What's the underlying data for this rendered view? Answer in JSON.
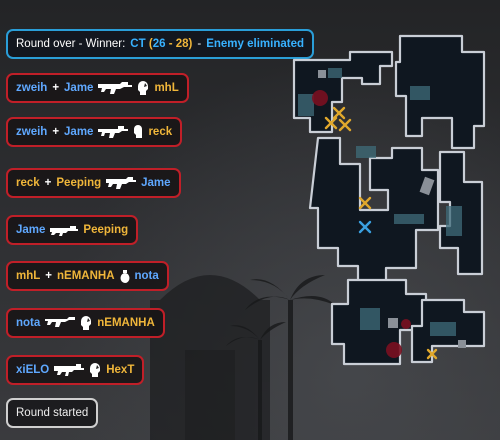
{
  "round_over": {
    "prefix": "Round over - Winner:",
    "winner": "CT",
    "open_paren": "(",
    "score_ct": "26",
    "dash": "-",
    "score_t": "28",
    "close_paren": ")",
    "sep": "-",
    "reason": "Enemy eliminated"
  },
  "kills": [
    {
      "killer": "zweih",
      "plus": "+",
      "assister": "Jame",
      "killer_team": "ct",
      "weapon": "rifle-icon",
      "headshot": true,
      "victim": "mhL",
      "victim_team": "t"
    },
    {
      "killer": "zweih",
      "plus": "+",
      "assister": "Jame",
      "killer_team": "ct",
      "weapon": "sniper-icon",
      "headshot": true,
      "victim": "reck",
      "victim_team": "t"
    },
    {
      "killer": "reck",
      "plus": "+",
      "assister": "Peeping",
      "killer_team": "t",
      "weapon": "rifle-icon",
      "headshot": false,
      "victim": "Jame",
      "victim_team": "ct"
    },
    {
      "killer": "Jame",
      "plus": "",
      "assister": "",
      "killer_team": "ct",
      "weapon": "smg-icon",
      "headshot": false,
      "victim": "Peeping",
      "victim_team": "t"
    },
    {
      "killer": "mhL",
      "plus": "+",
      "assister": "nEMANHA",
      "killer_team": "t",
      "weapon": "grenade-icon",
      "headshot": false,
      "victim": "nota",
      "victim_team": "ct"
    },
    {
      "killer": "nota",
      "plus": "",
      "assister": "",
      "killer_team": "ct",
      "weapon": "pistol-icon",
      "headshot": true,
      "victim": "nEMANHA",
      "victim_team": "t"
    },
    {
      "killer": "xiELO",
      "plus": "",
      "assister": "",
      "killer_team": "ct",
      "weapon": "smg-icon",
      "headshot": true,
      "victim": "HexT",
      "victim_team": "t"
    }
  ],
  "round_started": "Round started",
  "colors": {
    "ct": "#5fa8ff",
    "t": "#f0b63a",
    "kill_border": "#c01f28",
    "round_over_border": "#2a9ed8",
    "map_wall": "#c9ced6",
    "map_floor": "#101820",
    "map_teal": "#5a8fa0"
  },
  "map": {
    "name_icon": "radar-minimap",
    "markers": [
      "t-death-x",
      "t-death-x",
      "t-death-x",
      "ct-death-x",
      "t-death-x",
      "t-death-x"
    ]
  }
}
